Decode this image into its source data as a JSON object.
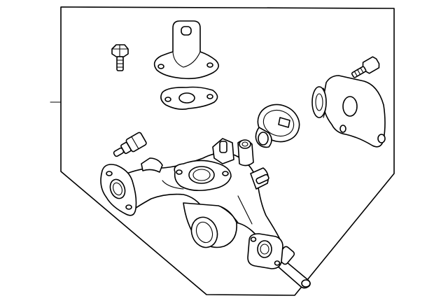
{
  "diagram": {
    "type": "exploded-parts-diagram",
    "colors": {
      "line": "#000000",
      "background": "#ffffff"
    },
    "parts": [
      "bolt-left",
      "thermostat-housing-outlet",
      "outlet-gasket",
      "bolt-right",
      "thermostat",
      "thermostat-cover",
      "temperature-sensor",
      "water-outlet-manifold",
      "bypass-pipe"
    ]
  }
}
